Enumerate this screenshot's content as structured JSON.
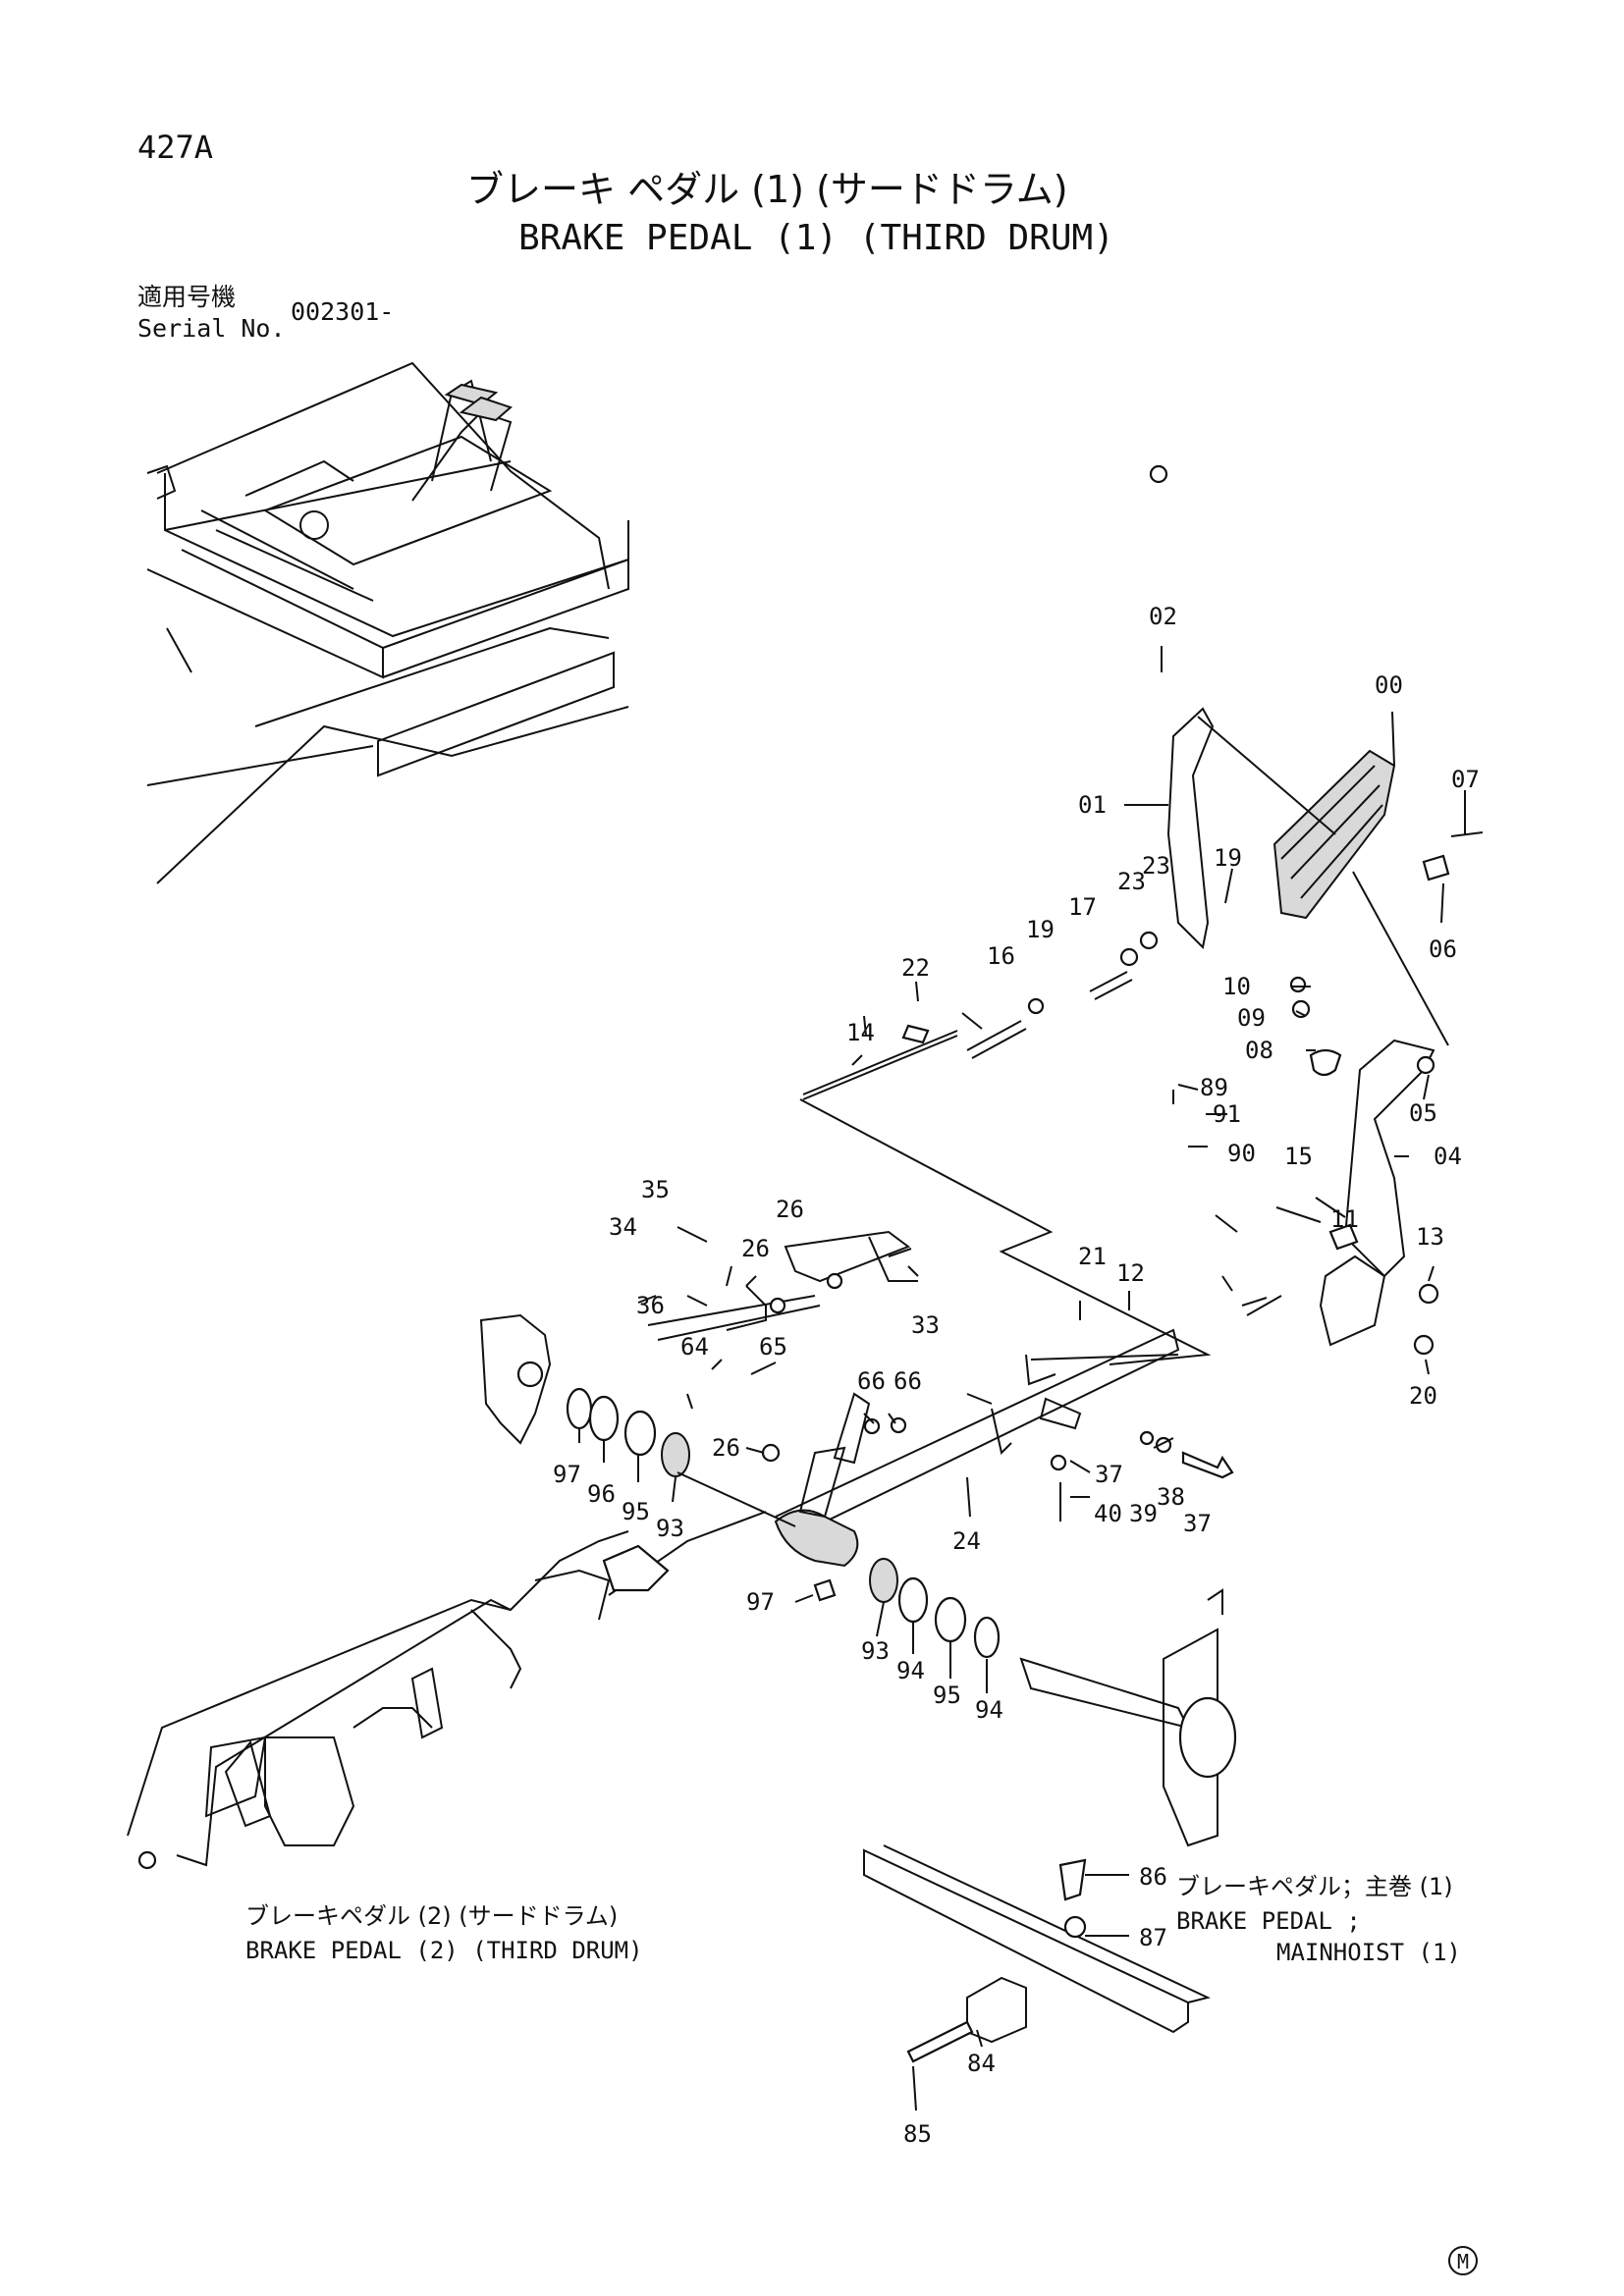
{
  "page_number": "427A",
  "title_jp": "ブレーキ ペダル (1) (サードドラム)",
  "title_en": "BRAKE PEDAL (1) (THIRD DRUM)",
  "serial_label_jp": "適用号機",
  "serial_label_en": "Serial No.",
  "serial_value": "002301-",
  "references": {
    "pedal2_jp": "ブレーキペダル (2) (サードドラム)",
    "pedal2_en": "BRAKE PEDAL (2) (THIRD DRUM)",
    "mainhoist_jp": "ブレーキペダル；主巻 (1)",
    "mainhoist_en1": "BRAKE PEDAL ;",
    "mainhoist_en2": "MAINHOIST (1)"
  },
  "part_labels": [
    "00",
    "01",
    "02",
    "04",
    "05",
    "06",
    "07",
    "08",
    "09",
    "10",
    "11",
    "12",
    "13",
    "14",
    "15",
    "16",
    "17",
    "19",
    "19",
    "20",
    "21",
    "22",
    "23",
    "23",
    "24",
    "26",
    "26",
    "26",
    "33",
    "34",
    "35",
    "36",
    "37",
    "37",
    "38",
    "39",
    "40",
    "64",
    "65",
    "66",
    "66",
    "84",
    "85",
    "86",
    "87",
    "89",
    "90",
    "91",
    "93",
    "93",
    "94",
    "94",
    "95",
    "95",
    "96",
    "97",
    "97"
  ],
  "mark": "M"
}
